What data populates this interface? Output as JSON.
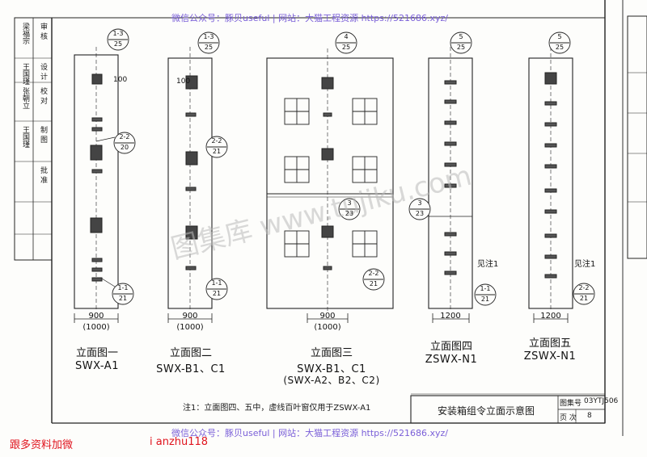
{
  "watermark": {
    "top": "微信公众号：豚贝useful | 网站：大猫工程资源 https://521686.xyz/",
    "bottom": "微信公众号：豚贝useful | 网站：大猫工程资源 https://521686.xyz/",
    "diagonal": "图集库 www.tujiku.com"
  },
  "footer_notes": {
    "left": "跟多资料加微",
    "right": "i anzhu118"
  },
  "elevations": [
    {
      "title": "立面图一",
      "code": "SWX-A1",
      "code2": "",
      "dim": "900",
      "dim_alt": "(1000)",
      "callouts": [
        {
          "num": "1-3",
          "den": "25"
        },
        {
          "num": "2-2",
          "den": "20"
        },
        {
          "num": "1-1",
          "den": "21"
        }
      ]
    },
    {
      "title": "立面图二",
      "code": "SWX-B1、C1",
      "code2": "",
      "dim": "900",
      "dim_alt": "(1000)",
      "callouts": [
        {
          "num": "1-3",
          "den": "25"
        },
        {
          "num": "2-2",
          "den": "21"
        },
        {
          "num": "1-1",
          "den": "21"
        }
      ]
    },
    {
      "title": "立面图三",
      "code": "SWX-B1、C1",
      "code2": "(SWX-A2、B2、C2)",
      "dim": "900",
      "dim_alt": "(1000)",
      "callouts": [
        {
          "num": "4",
          "den": "25"
        },
        {
          "num": "3",
          "den": "23"
        },
        {
          "num": "2-2",
          "den": "21"
        }
      ]
    },
    {
      "title": "立面图四",
      "code": "ZSWX-N1",
      "code2": "",
      "dim": "1200",
      "dim_alt": "",
      "callouts": [
        {
          "num": "5",
          "den": "25"
        },
        {
          "num": "3",
          "den": "23"
        },
        {
          "num": "1-1",
          "den": "21"
        }
      ]
    },
    {
      "title": "立面图五",
      "code": "ZSWX-N1",
      "code2": "",
      "dim": "1200",
      "dim_alt": "",
      "callouts": [
        {
          "num": "5",
          "den": "25"
        },
        {
          "num": "2-2",
          "den": "21"
        }
      ]
    }
  ],
  "annotations": {
    "see_note": "见注1",
    "dim_100a": "100",
    "dim_100b": "100"
  },
  "note": "注1：立面图四、五中，虚线百叶窗仅用于ZSWX-A1",
  "title_block": {
    "title": "安装箱组令立面示意图",
    "atlas_label": "图集号",
    "atlas_no": "03YTJ506",
    "page_label": "页 次",
    "page_no": "8"
  },
  "side_block": {
    "rows": [
      "审 核",
      "设 计",
      "校 对",
      "制 图",
      "批 准"
    ],
    "names": [
      "梁福宗",
      "王国瑾",
      "张朝立",
      "王国瑾"
    ]
  }
}
